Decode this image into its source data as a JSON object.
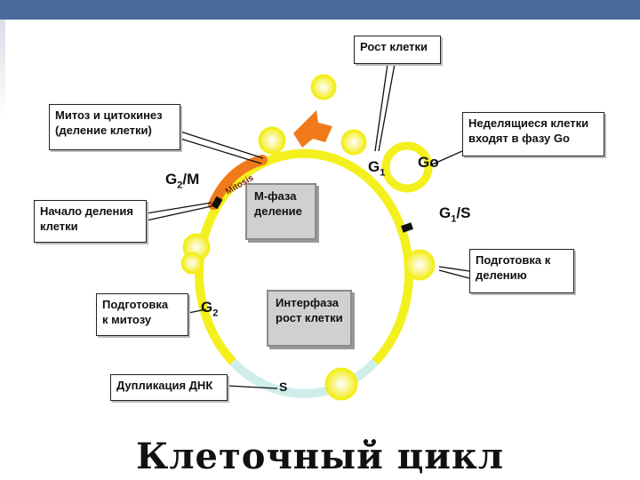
{
  "labels": {
    "cell_growth": "Рост клетки",
    "mitosis_cytokinesis_1": "Митоз и цитокинез",
    "mitosis_cytokinesis_2": "(деление клетки)",
    "non_dividing_1": "Неделящиеся клетки",
    "non_dividing_2": "входят в фазу Go",
    "division_start_1": "Начало деления",
    "division_start_2": "клетки",
    "prep_division_1": "Подготовка к",
    "prep_division_2": "делению",
    "prep_mitosis_1": "Подготовка",
    "prep_mitosis_2": "к митозу",
    "dna_duplication": "Дупликация ДНК"
  },
  "phases": {
    "g1": "G",
    "g1_sub": "1",
    "go": "Go",
    "g2m": "G",
    "g2m_sub": "2",
    "g2m_suffix": "/M",
    "g1s": "G",
    "g1s_sub": "1",
    "g1s_suffix": "/S",
    "g2": "G",
    "g2_sub": "2",
    "s": "S",
    "mitosis": "Mitosis"
  },
  "center": {
    "mphase_1": "М-фаза",
    "mphase_2": "деление",
    "interphase_1": "Интерфаза",
    "interphase_2": "рост клетки"
  },
  "title": "Клеточный цикл",
  "colors": {
    "ring_yellow": "#f3f01e",
    "s_phase": "#cfeeea",
    "mitosis_orange": "#f07a1a",
    "top_bar": "#4a6a9b",
    "center_box": "#d0d0d0"
  }
}
